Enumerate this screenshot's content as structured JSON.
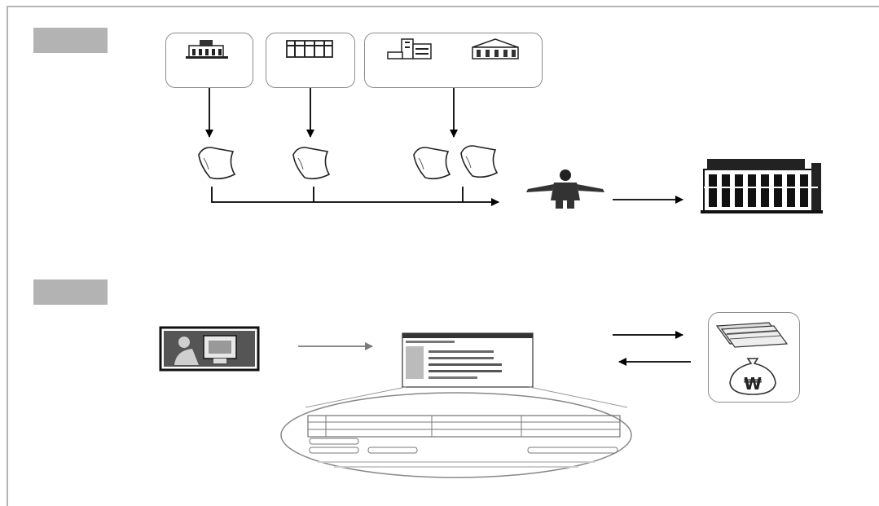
{
  "sections": [
    {
      "id": "top",
      "label": ""
    },
    {
      "id": "bottom",
      "label": ""
    }
  ],
  "icons": {
    "top_institutions": [
      "institution-building-icon",
      "institution-building-icon",
      "office-building-icon",
      "bank-building-icon"
    ],
    "documents": [
      "document-icon",
      "document-icon",
      "document-icon",
      "document-icon"
    ],
    "person": "person-icon",
    "destination": "large-building-icon",
    "computer_user": "computer-user-icon",
    "web_screen": "web-form-screenshot",
    "cards": "cards-icon",
    "money_bag": "won-money-bag-icon"
  },
  "money_symbol": "₩",
  "colors": {
    "label_bar": "#b3b3b3",
    "frame": "#b5b5b5",
    "box_border": "#8c8c8c",
    "arrow": "#000000",
    "arrow_gray": "#7a7a7a"
  }
}
